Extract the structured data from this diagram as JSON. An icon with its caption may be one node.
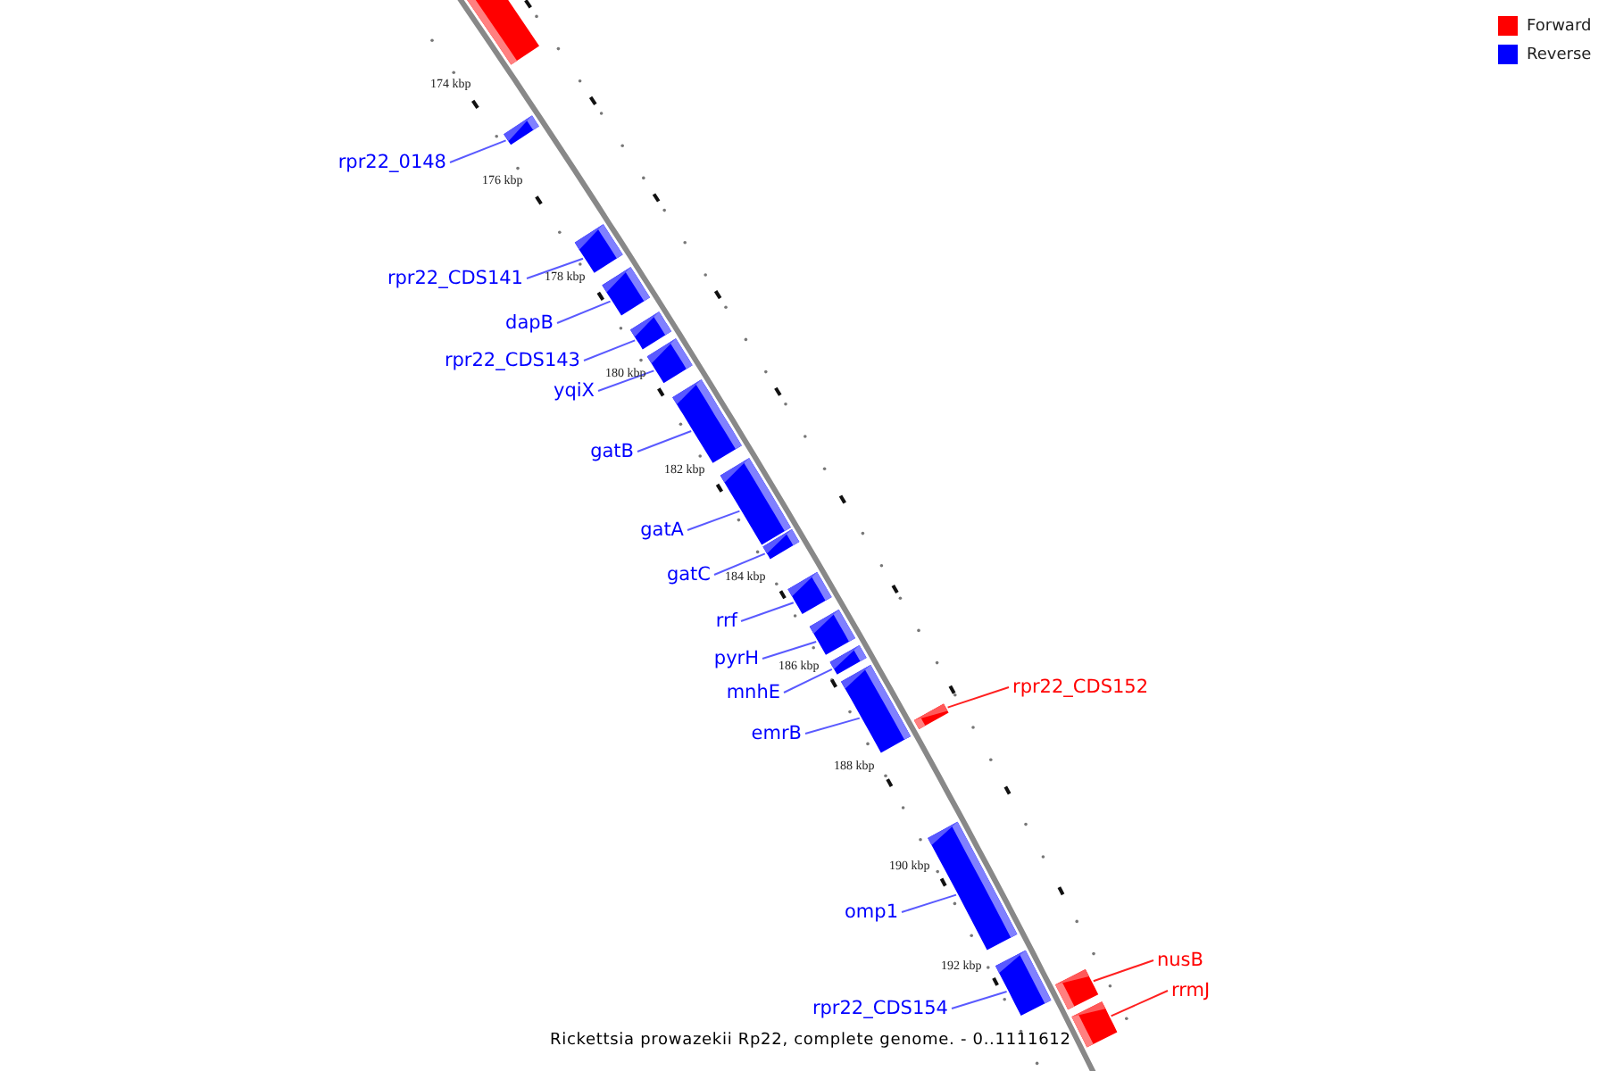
{
  "diagram": {
    "caption": "Rickettsia prowazekii Rp22, complete genome. - 0..1111612",
    "nodes": [
      {
        "text": [],
        "shape": "bar"
      },
      {
        "text": [
          "rpr22_0148"
        ]
      },
      {
        "text": [],
        "shape": "bar"
      },
      {
        "text": [
          "rpr22_CDS141"
        ]
      },
      {
        "text": [],
        "shape": "bar"
      },
      {
        "text": [
          "dapB"
        ]
      },
      {
        "text": [],
        "shape": "bar"
      },
      {
        "text": [
          "rpr22_CDS143"
        ]
      },
      {
        "text": [],
        "shape": "bar"
      },
      {
        "text": [
          "yqiX"
        ]
      },
      {
        "text": [],
        "shape": "bar"
      },
      {
        "text": [
          "gatB"
        ]
      },
      {
        "text": [],
        "shape": "bar"
      },
      {
        "text": [
          "gatA"
        ]
      },
      {
        "text": [],
        "shape": "bar"
      },
      {
        "text": [
          "gatC"
        ]
      },
      {
        "text": [],
        "shape": "bar"
      },
      {
        "text": [
          "rrf"
        ]
      },
      {
        "text": [],
        "shape": "bar"
      },
      {
        "text": [
          "pyrH"
        ]
      },
      {
        "text": [],
        "shape": "bar"
      },
      {
        "text": [
          "mnhE"
        ]
      },
      {
        "text": [],
        "shape": "bar"
      },
      {
        "text": [
          "emrB"
        ]
      },
      {
        "text": [],
        "shape": "bar"
      },
      {
        "text": [
          "rpr22_CDS152"
        ]
      },
      {
        "text": [],
        "shape": "bar"
      },
      {
        "text": [
          "omp1"
        ]
      },
      {
        "text": [],
        "shape": "bar"
      },
      {
        "text": [
          "rpr22_CDS154"
        ]
      },
      {
        "text": [],
        "shape": "bar"
      },
      {
        "text": [
          "nusB"
        ]
      },
      {
        "text": [],
        "shape": "bar"
      },
      {
        "text": [
          "rrmJ"
        ]
      },
      {
        "text": [],
        "shape": "bar"
      }
    ],
    "edges": [
      {
        "from": 1,
        "to": 2,
        "arrow": "none"
      },
      {
        "from": 3,
        "to": 4,
        "arrow": "none"
      },
      {
        "from": 5,
        "to": 6,
        "arrow": "none"
      },
      {
        "from": 7,
        "to": 8,
        "arrow": "none"
      },
      {
        "from": 9,
        "to": 10,
        "arrow": "none"
      },
      {
        "from": 11,
        "to": 12,
        "arrow": "none"
      },
      {
        "from": 13,
        "to": 14,
        "arrow": "none"
      },
      {
        "from": 15,
        "to": 16,
        "arrow": "none"
      },
      {
        "from": 17,
        "to": 18,
        "arrow": "none"
      },
      {
        "from": 19,
        "to": 20,
        "arrow": "none"
      },
      {
        "from": 21,
        "to": 22,
        "arrow": "none"
      },
      {
        "from": 23,
        "to": 24,
        "arrow": "none"
      },
      {
        "from": 25,
        "to": 26,
        "arrow": "none",
        "color": "#ff2020"
      },
      {
        "from": 27,
        "to": 28,
        "arrow": "none"
      },
      {
        "from": 29,
        "to": 30,
        "arrow": "none"
      },
      {
        "from": 31,
        "to": 32,
        "arrow": "none",
        "color": "#ff2020"
      },
      {
        "from": 33,
        "to": 34,
        "arrow": "none",
        "color": "#ff2020"
      }
    ],
    "labels": [
      "174 kbp",
      "176 kbp",
      "178 kbp",
      "180 kbp",
      "182 kbp",
      "184 kbp",
      "186 kbp",
      "188 kbp",
      "190 kbp",
      "192 kbp"
    ],
    "legend": [
      {
        "text": "Forward",
        "color": "#ff0000"
      },
      {
        "text": "Reverse",
        "color": "#0000ff"
      }
    ]
  }
}
